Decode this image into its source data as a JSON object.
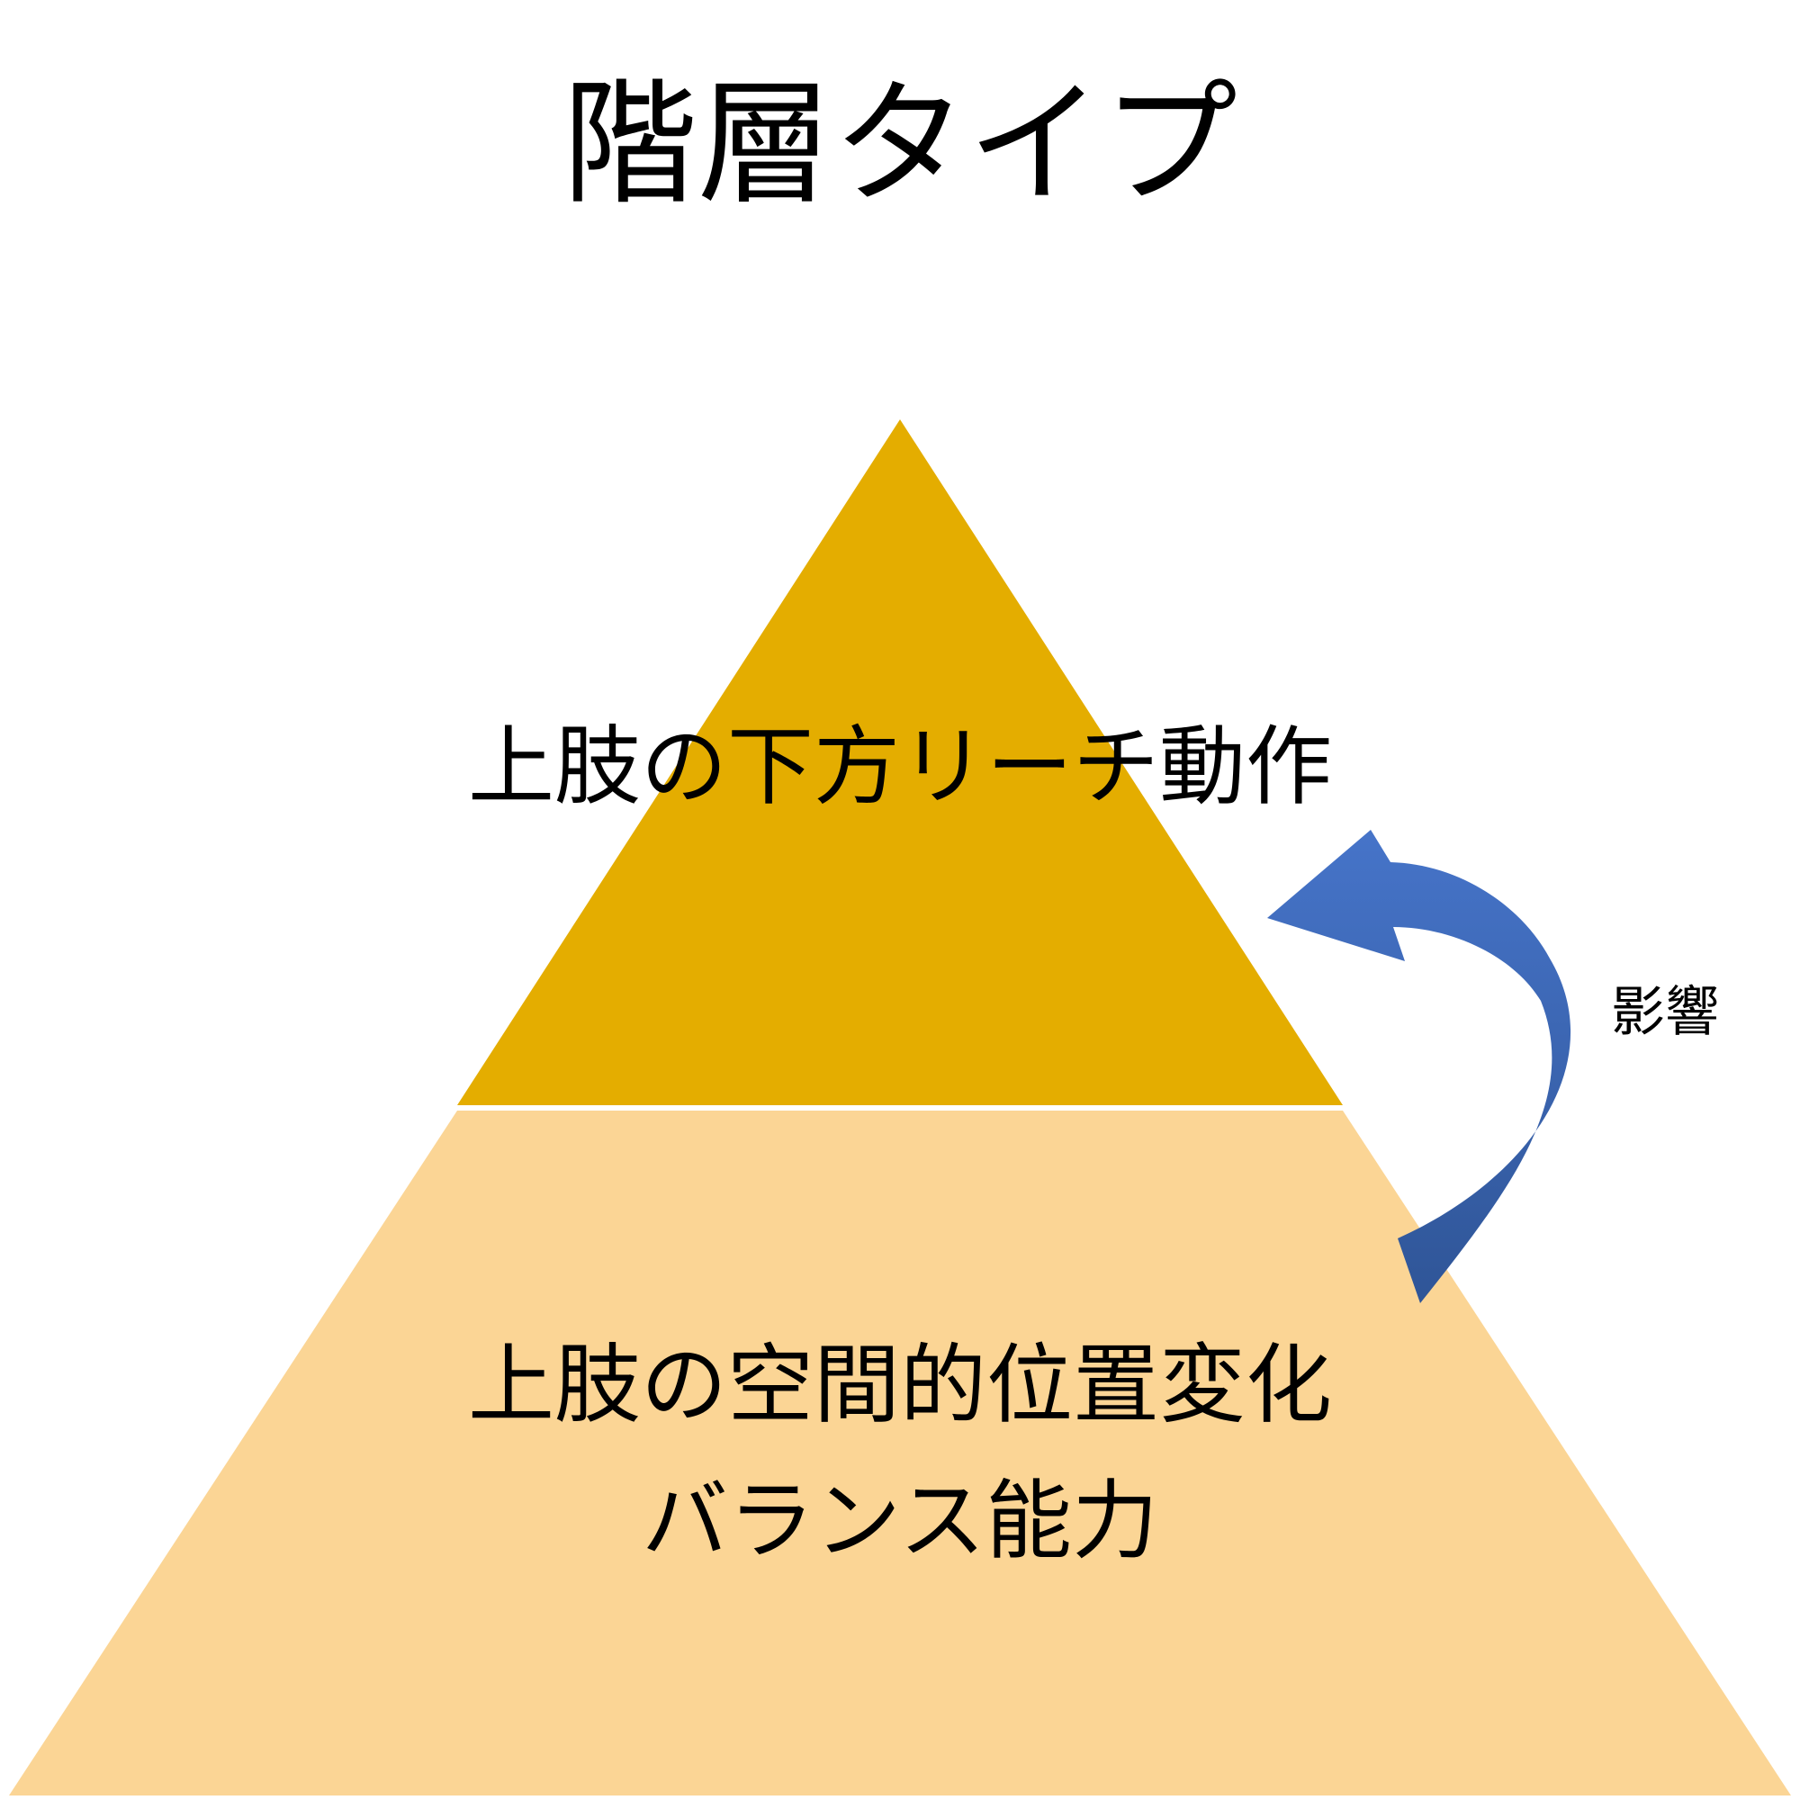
{
  "title": "階層タイプ",
  "pyramid": {
    "top_tier": {
      "label": "上肢の下方リーチ動作",
      "color": "#E4AD00"
    },
    "bottom_tier": {
      "line1": "上肢の空間的位置変化",
      "line2": "バランス能力",
      "color": "#FBD595"
    }
  },
  "arrow": {
    "label": "影響",
    "color_light": "#4674C9",
    "color_dark": "#2F5597"
  }
}
